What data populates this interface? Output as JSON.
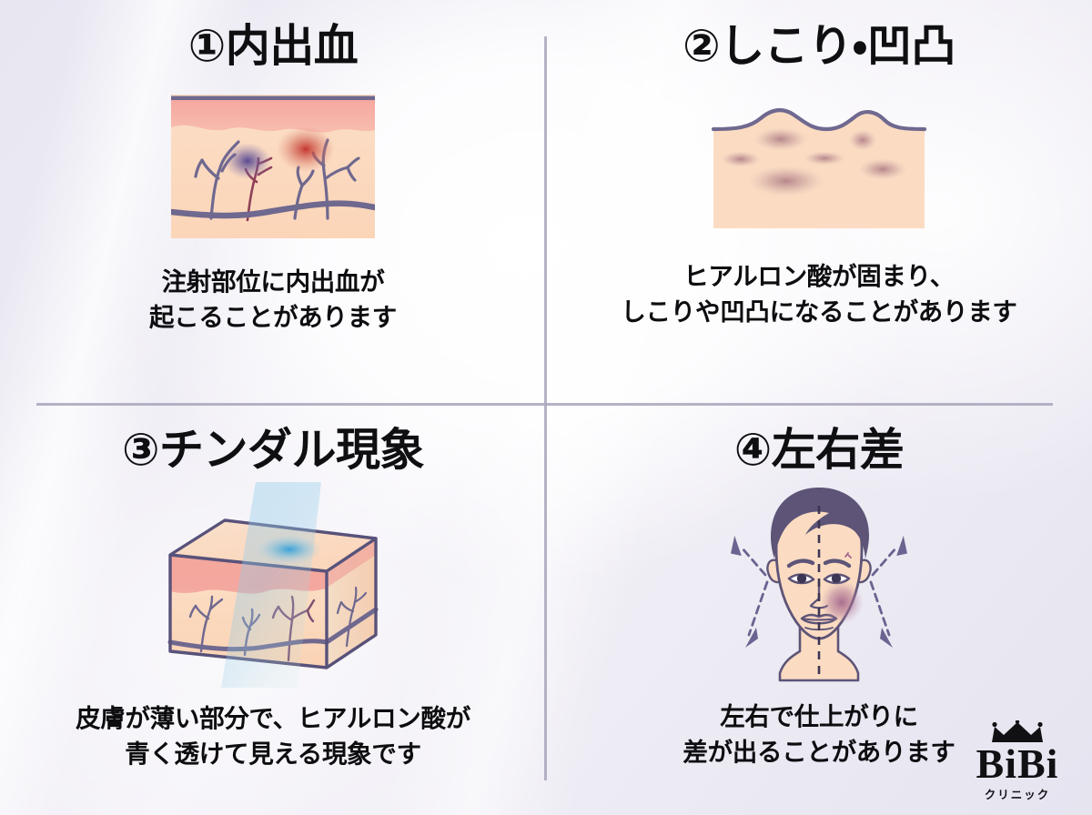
{
  "document": {
    "type": "medical-infographic",
    "subject": "ヒアルロン酸注入のリスク・副作用",
    "panel_count": 4,
    "background_color": "#eceaf3",
    "divider_color": "#a9a5bb",
    "text_color": "#0f0f12"
  },
  "panels": [
    {
      "id": "naishukketsu",
      "title": "①内出血",
      "number_label": "①",
      "caption_line_1": "注射部位に内出血が",
      "caption_line_2": "起こることがあります",
      "illustration_name": "skin-cross-section-bruise",
      "illustration_colors": {
        "epidermis": "#f4a9a0",
        "dermis": "#fbd9bf",
        "surface_line": "#6f688f",
        "vessel": "#6f688f",
        "bruise_purple": "#5a4a8f",
        "bruise_red": "#c6332c"
      }
    },
    {
      "id": "shikori-outotsu",
      "title": "②しこり・凹凸",
      "number_label": "②",
      "caption_line_1": "ヒアルロン酸が固まり、",
      "caption_line_2": "しこりや凹凸になることがあります",
      "illustration_name": "skin-surface-lumps",
      "illustration_colors": {
        "skin": "#fad9c0",
        "surface_line": "#6f688f",
        "lump": "#b08a92"
      }
    },
    {
      "id": "tyndall",
      "title": "③チンダル現象",
      "number_label": "③",
      "caption_line_1": "皮膚が薄い部分で、ヒアルロン酸が",
      "caption_line_2": "青く透けて見える現象です",
      "illustration_name": "skin-cube-tyndall-blue-beam",
      "illustration_colors": {
        "epidermis": "#f2a69d",
        "dermis": "#fbd9bf",
        "top_face": "#f8ddc8",
        "edge": "#58527a",
        "beam_blue": "#3fa3dd",
        "vessel": "#7b4f72"
      }
    },
    {
      "id": "sayuusa",
      "title": "④左右差",
      "number_label": "④",
      "caption_line_1": "左右で仕上がりに",
      "caption_line_2": "差が出ることがあります",
      "illustration_name": "female-face-front-asymmetry",
      "illustration_colors": {
        "hair": "#5d5477",
        "skin": "#fbdcc2",
        "outline": "#5d5477",
        "swelling": "#a5688f",
        "arrow": "#6b6390"
      }
    }
  ],
  "logo": {
    "wordmark": "BiBi",
    "subtitle": "クリニック",
    "crown_icon": "crown-icon",
    "color": "#111114"
  }
}
